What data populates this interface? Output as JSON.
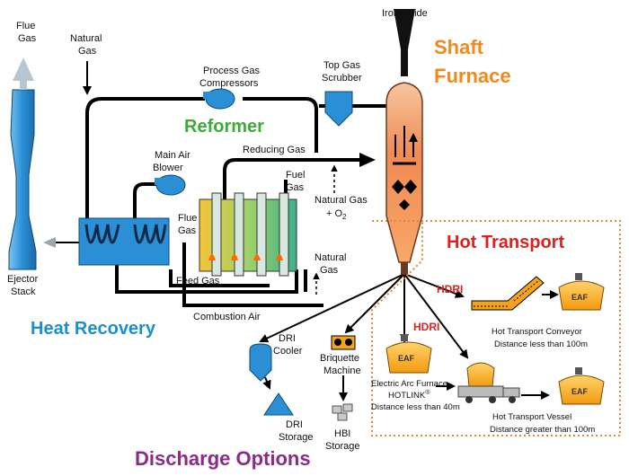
{
  "sections": {
    "shaft_furnace": [
      "Shaft",
      "Furnace"
    ],
    "reformer": "Reformer",
    "heat_recovery": "Heat Recovery",
    "hot_transport": "Hot Transport",
    "discharge_options": "Discharge Options"
  },
  "labels": {
    "flue_gas_top": [
      "Flue",
      "Gas"
    ],
    "natural_gas_top": [
      "Natural",
      "Gas"
    ],
    "iron_oxide": "Iron Oxide",
    "process_gas_compressors": [
      "Process Gas",
      "Compressors"
    ],
    "top_gas_scrubber": [
      "Top Gas",
      "Scrubber"
    ],
    "reducing_gas": "Reducing Gas",
    "main_air_blower": [
      "Main Air",
      "Blower"
    ],
    "fuel_gas": [
      "Fuel",
      "Gas"
    ],
    "natural_gas_o2": [
      "Natural Gas",
      "+ O",
      "2"
    ],
    "flue_gas_mid": [
      "Flue",
      "Gas"
    ],
    "natural_gas_low": [
      "Natural",
      "Gas"
    ],
    "feed_gas": "Feed Gas",
    "combustion_air": "Combustion Air",
    "ejector_stack": [
      "Ejector",
      "Stack"
    ],
    "dri_cooler": [
      "DRI",
      "Cooler"
    ],
    "dri_storage": [
      "DRI",
      "Storage"
    ],
    "briquette_machine": [
      "Briquette",
      "Machine"
    ],
    "hbi_storage": [
      "HBI",
      "Storage"
    ],
    "hdri_1": "HDRI",
    "hdri_2": "HDRI",
    "eaf_1": "EAF",
    "eaf_2": "EAF",
    "eaf_3": "EAF",
    "electric_arc_furnace": [
      "Electric Arc Furnace",
      "HOTLINK",
      "®",
      "Distance less than 40m"
    ],
    "hot_transport_conveyor": [
      "Hot Transport Conveyor",
      "Distance less than 100m"
    ],
    "hot_transport_vessel": [
      "Hot Transport Vessel",
      "Distance greater than 100m"
    ]
  },
  "colors": {
    "shaft_furnace_title": "#F08A1C",
    "reformer_title": "#3DAA3A",
    "heat_recovery_title": "#1A8FD0",
    "hot_transport_title": "#E0201E",
    "discharge_title": "#8B2A8B",
    "equipment_blue": "#2B8FD6",
    "furnace_orange": "#F5A76A",
    "eaf_orange": "#F7A21B",
    "hot_transport_border": "#D98A3A"
  }
}
